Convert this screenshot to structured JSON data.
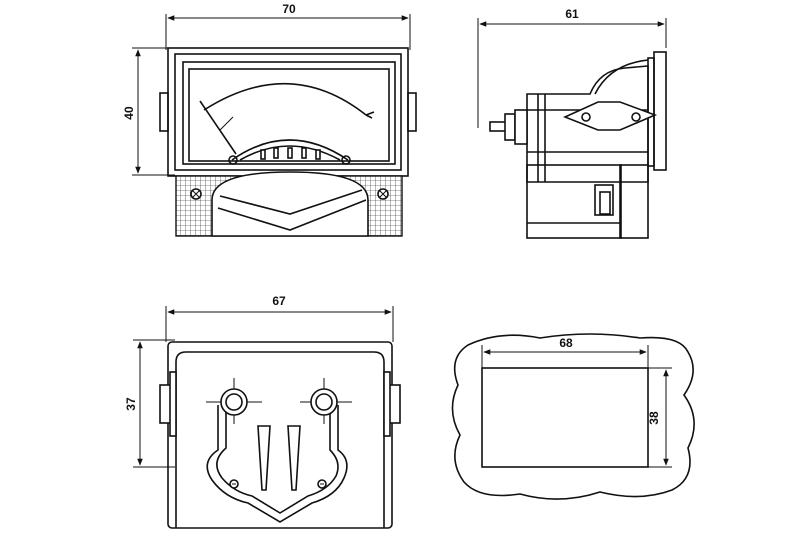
{
  "dimensions": {
    "front_width": "70",
    "front_height": "40",
    "side_depth": "61",
    "rear_width": "67",
    "rear_height": "37",
    "cutout_width": "68",
    "cutout_height": "38"
  },
  "colors": {
    "line": "#111111",
    "background": "#ffffff"
  }
}
